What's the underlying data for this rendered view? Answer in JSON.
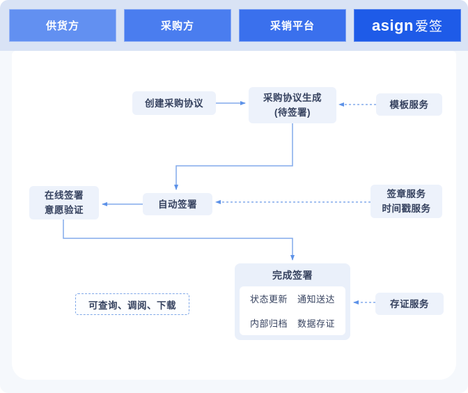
{
  "header": {
    "tabs": [
      {
        "label": "供货方",
        "color": "#6290F1"
      },
      {
        "label": "采购方",
        "color": "#4A7DEF"
      },
      {
        "label": "采销平台",
        "color": "#3A70ED"
      }
    ],
    "logo": {
      "brand": "asign",
      "suffix": "爱签",
      "color": "#1E5BE8"
    }
  },
  "flow": {
    "nodes": {
      "create_agreement": {
        "label": "创建采购协议"
      },
      "agreement_generated": {
        "line1": "采购协议生成",
        "line2": "(待签署)"
      },
      "template_service": {
        "label": "模板服务"
      },
      "online_sign": {
        "line1": "在线签署",
        "line2": "意愿验证"
      },
      "auto_sign": {
        "label": "自动签署"
      },
      "seal_service": {
        "line1": "签章服务",
        "line2": "时间戳服务"
      },
      "complete_sign": {
        "title": "完成签署",
        "items": [
          "状态更新",
          "通知送达",
          "内部归档",
          "数据存证"
        ]
      },
      "evidence_service": {
        "label": "存证服务"
      },
      "query_note": {
        "label": "可查询、调阅、下载"
      }
    },
    "colors": {
      "arrow": "#82AAEC",
      "arrowhead": "#5D92E8",
      "node_background": "#EDF2FB",
      "node_text": "#36425F",
      "group_background": "#EAF0FA",
      "panel_background": "#FFFFFF",
      "header_strip_background": "#D9E3F5",
      "page_background": "#F5F8FC"
    }
  }
}
